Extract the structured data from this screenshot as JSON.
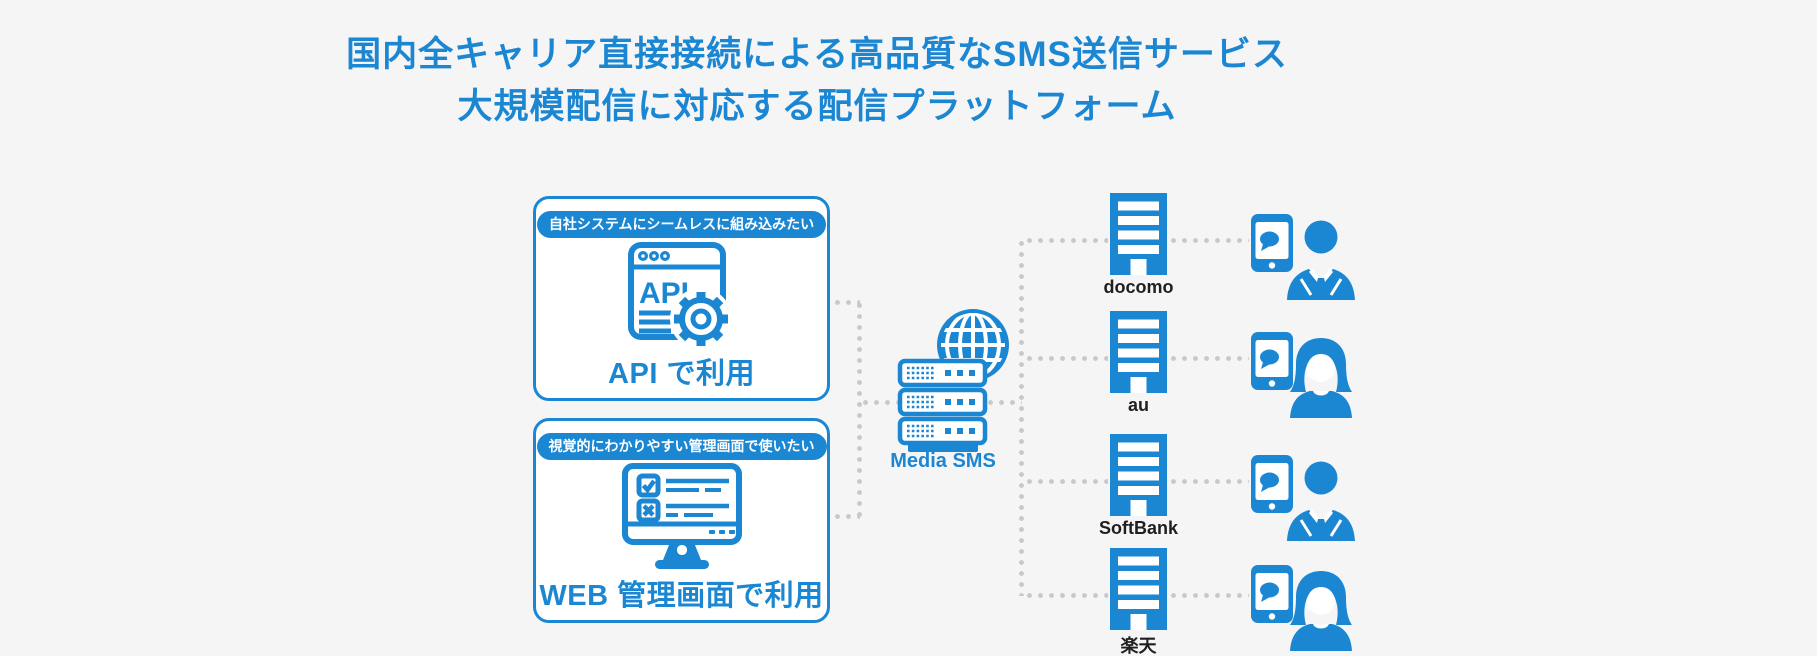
{
  "title": {
    "line1": "国内全キャリア直接接続による高品質なSMS送信サービス",
    "line2": "大規模配信に対応する配信プラットフォーム"
  },
  "colors": {
    "accent": "#1b87d3",
    "background": "#f5f5f6",
    "dotted_line": "#c8c8c9",
    "carrier_label_text": "#1f1f1f"
  },
  "usage_cards": [
    {
      "badge": "自社システムにシームレスに組み込みたい",
      "icon": "api-browser-gear-icon",
      "icon_text": "API",
      "label": "API で利用"
    },
    {
      "badge": "視覚的にわかりやすい管理画面で使いたい",
      "icon": "admin-screen-monitor-icon",
      "label": "WEB 管理画面で利用"
    }
  ],
  "platform": {
    "label": "Media SMS",
    "icon": "server-globe-icon"
  },
  "carriers": [
    {
      "name": "docomo",
      "icon": "building-icon",
      "recipient": "male-user-with-smartphone"
    },
    {
      "name": "au",
      "icon": "building-icon",
      "recipient": "female-user-with-smartphone"
    },
    {
      "name": "SoftBank",
      "icon": "building-icon",
      "recipient": "male-user-with-smartphone"
    },
    {
      "name": "楽天",
      "icon": "building-icon",
      "recipient": "female-user-with-smartphone"
    }
  ]
}
